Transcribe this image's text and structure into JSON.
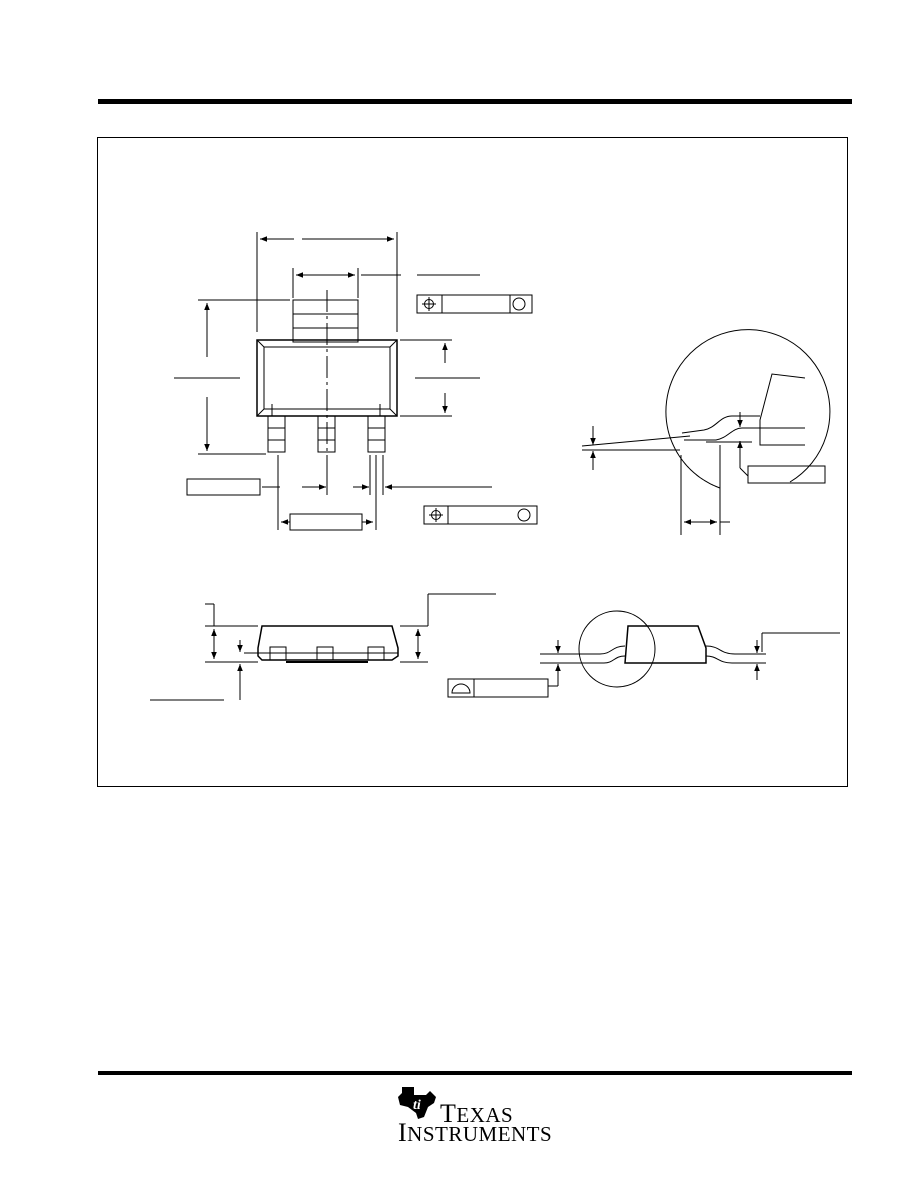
{
  "logo": {
    "line1_initial": "T",
    "line1_rest": "EXAS",
    "line2_initial": "I",
    "line2_rest": "NSTRUMENTS"
  },
  "colors": {
    "ink": "#000000",
    "paper": "#ffffff"
  },
  "icons": {
    "position_tolerance": "crosshair-circle-icon",
    "datum": "circle-icon",
    "profile": "half-circle-icon",
    "logo_mark": "ti-state-outline-icon"
  }
}
